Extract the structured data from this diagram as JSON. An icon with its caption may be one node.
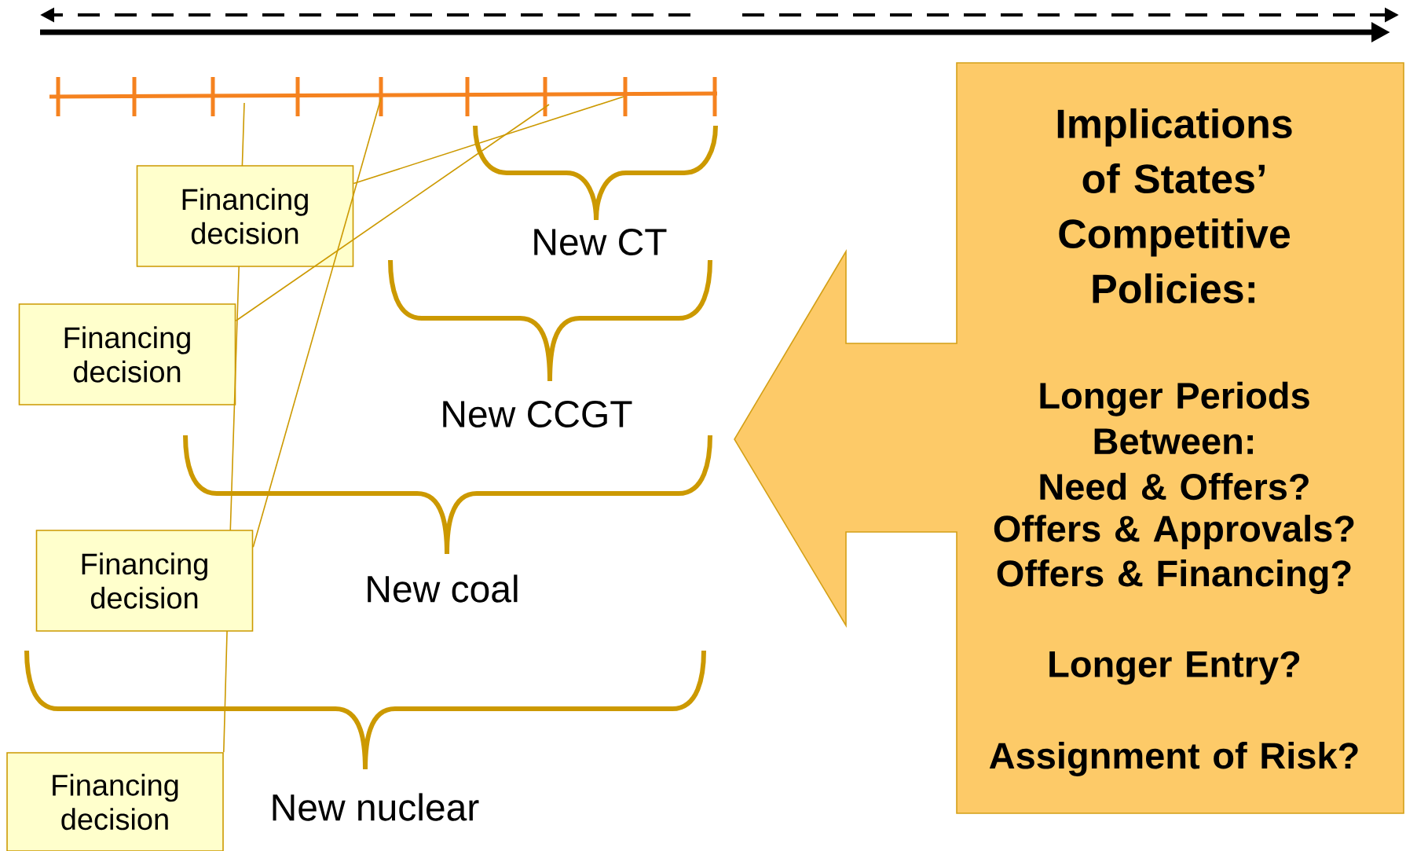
{
  "diagram": {
    "nodes": [
      {
        "text": [
          "Financing decision"
        ]
      },
      {
        "text": [
          "Financing decision"
        ]
      },
      {
        "text": [
          "Financing decision"
        ]
      },
      {
        "text": [
          "Financing decision"
        ]
      },
      {
        "text": [
          "Implications of States’ Competitive Policies:",
          "Longer Periods Between:",
          "Need & Offers?",
          "Offers & Approvals?",
          "Offers & Financing?",
          "Longer Entry?",
          "Assignment of Risk?"
        ]
      }
    ],
    "edges": [
      {
        "from": 0,
        "to": null,
        "arrow": "none"
      },
      {
        "from": 1,
        "to": null,
        "arrow": "none"
      },
      {
        "from": 2,
        "to": null,
        "arrow": "none"
      },
      {
        "from": 3,
        "to": null,
        "arrow": "none"
      }
    ],
    "labels": [
      "New CT",
      "New CCGT",
      "New coal",
      "New nuclear"
    ]
  }
}
